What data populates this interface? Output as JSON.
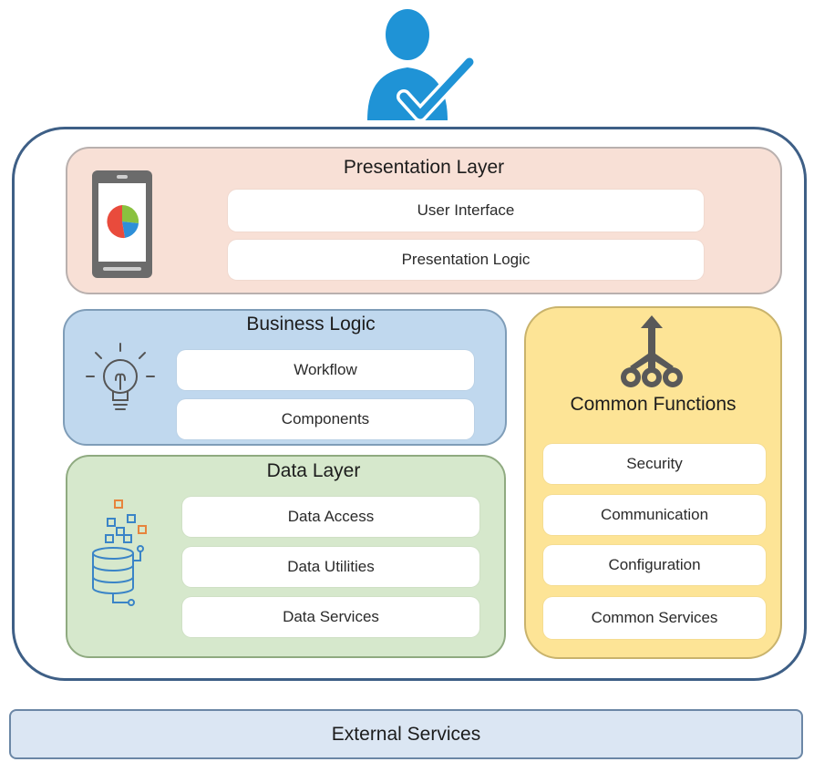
{
  "user_icon": "user-check-icon",
  "presentation": {
    "title": "Presentation Layer",
    "icon": "mobile-pie-chart-icon",
    "items": [
      "User Interface",
      "Presentation Logic"
    ]
  },
  "business": {
    "title": "Business Logic",
    "icon": "lightbulb-icon",
    "items": [
      "Workflow",
      "Components"
    ]
  },
  "data_layer": {
    "title": "Data Layer",
    "icon": "database-icon",
    "items": [
      "Data Access",
      "Data Utilities",
      "Data Services"
    ]
  },
  "common": {
    "title": "Common Functions",
    "icon": "hierarchy-arrow-icon",
    "items": [
      "Security",
      "Communication",
      "Configuration",
      "Common Services"
    ]
  },
  "external": {
    "label": "External Services"
  },
  "colors": {
    "outline": "#3e5f86",
    "presentation_bg": "#f8e0d6",
    "business_bg": "#c0d8ee",
    "data_bg": "#d6e8cc",
    "common_bg": "#fde496",
    "external_bg": "#dbe6f3",
    "user_icon": "#1f93d6"
  }
}
